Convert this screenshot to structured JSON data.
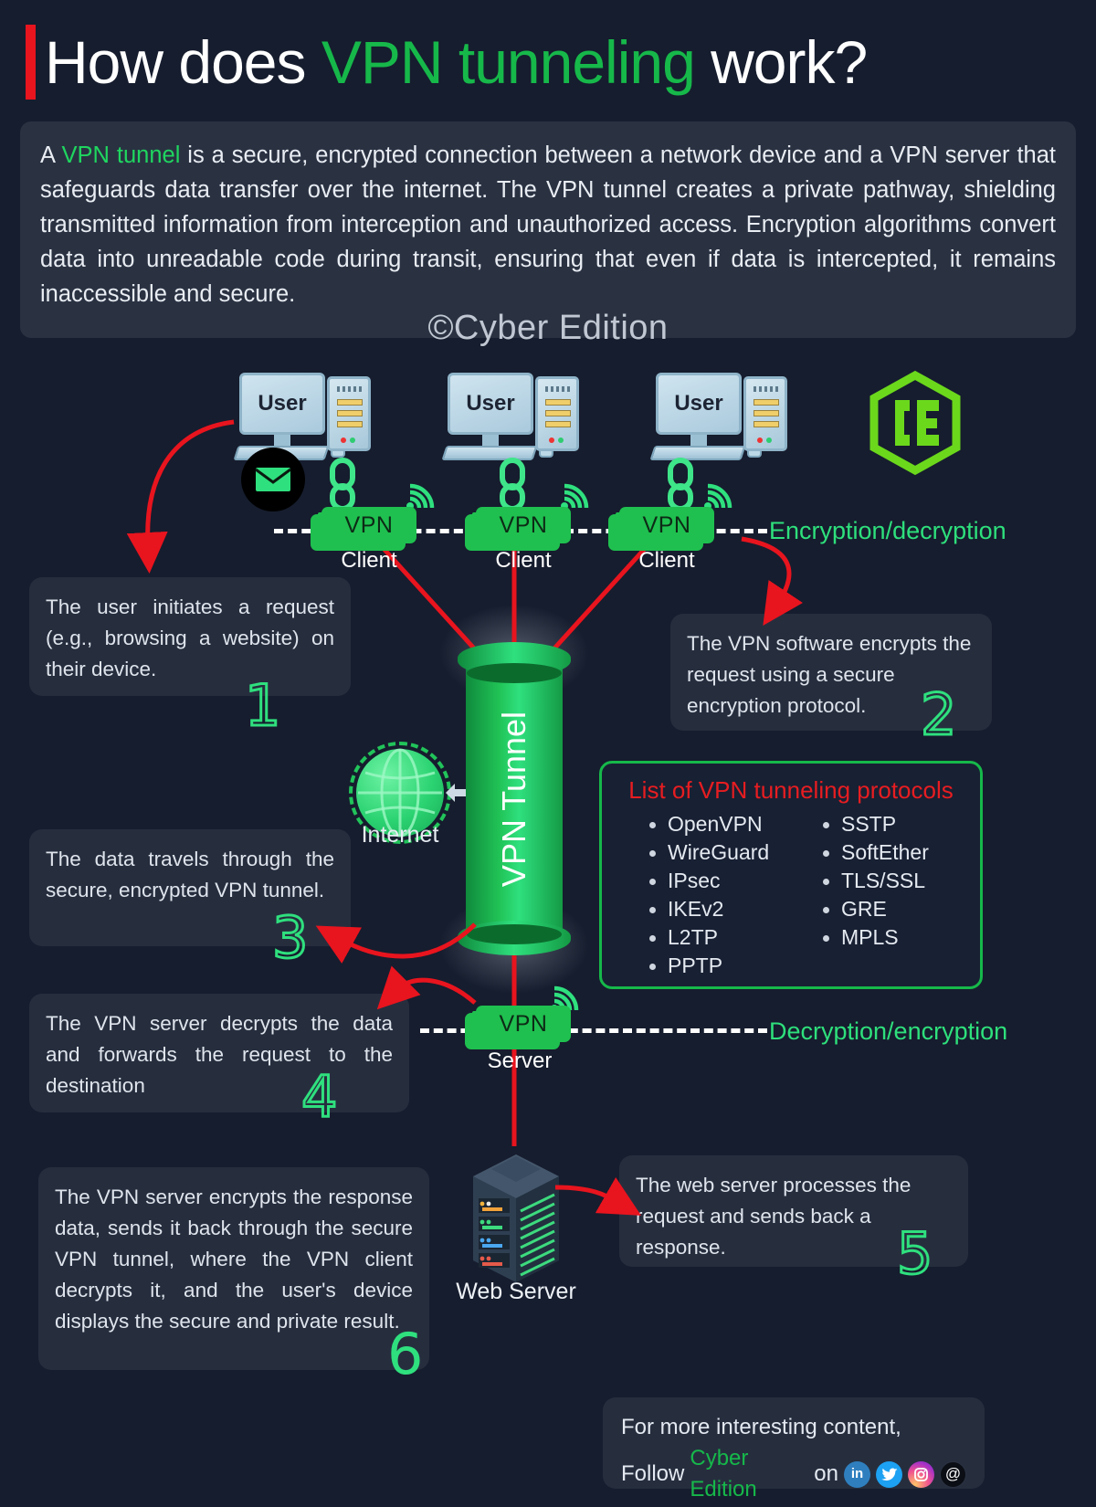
{
  "header": {
    "title_part1": "How does ",
    "title_highlight": "VPN tunneling",
    "title_part2": " work?"
  },
  "intro": {
    "lead": "A ",
    "highlight": "VPN tunnel",
    "body": " is a secure, encrypted connection between a network device and a VPN server that safeguards data transfer over the internet. The VPN tunnel creates a private pathway, shielding transmitted information from interception and unauthorized access. Encryption algorithms convert data into unreadable code during transit, ensuring that even if data is intercepted, it remains inaccessible and secure."
  },
  "watermark": "©Cyber Edition",
  "logo": {
    "text": "CE"
  },
  "clients": [
    {
      "user_label": "User",
      "vpn_label": "VPN",
      "role_label": "Client"
    },
    {
      "user_label": "User",
      "vpn_label": "VPN",
      "role_label": "Client"
    },
    {
      "user_label": "User",
      "vpn_label": "VPN",
      "role_label": "Client"
    }
  ],
  "labels": {
    "encryption": "Encryption/decryption",
    "decryption": "Decryption/encryption",
    "tunnel": "VPN Tunnel",
    "internet": "Internet",
    "vpn_server_box": "VPN",
    "vpn_server_role": "Server",
    "web_server": "Web Server"
  },
  "protocols": {
    "title": "List of VPN tunneling protocols",
    "column_left": [
      "OpenVPN",
      "WireGuard",
      "IPsec",
      "IKEv2",
      "L2TP",
      "PPTP"
    ],
    "column_right": [
      "SSTP",
      "SoftEther",
      "TLS/SSL",
      "GRE",
      "MPLS"
    ]
  },
  "steps": [
    {
      "number": "1",
      "text": "The user initiates a request (e.g., browsing a website) on their device."
    },
    {
      "number": "2",
      "text": "The VPN software encrypts the request using a secure encryption protocol."
    },
    {
      "number": "3",
      "text": "The data travels through the secure, encrypted VPN tunnel."
    },
    {
      "number": "4",
      "text": "The VPN server decrypts the data and forwards the request to the destination"
    },
    {
      "number": "5",
      "text": "The web server processes the request and sends back a response."
    },
    {
      "number": "6",
      "text": "The VPN server encrypts the response data, sends it back through the secure VPN tunnel, where the VPN client decrypts it, and the user's device displays the secure and private result."
    }
  ],
  "footer": {
    "line1": "For more interesting content,",
    "follow": "Follow ",
    "brand": "Cyber Edition",
    "on": " on ",
    "social": [
      {
        "name": "linkedin",
        "glyph": "in"
      },
      {
        "name": "twitter",
        "glyph": "🐦"
      },
      {
        "name": "instagram",
        "glyph": "◎"
      },
      {
        "name": "threads",
        "glyph": "@"
      }
    ]
  },
  "colors": {
    "background": "#161d2e",
    "accent_green": "#16b84a",
    "bright_green": "#2fe07e",
    "red": "#e8141e",
    "card": "#262e3e"
  }
}
